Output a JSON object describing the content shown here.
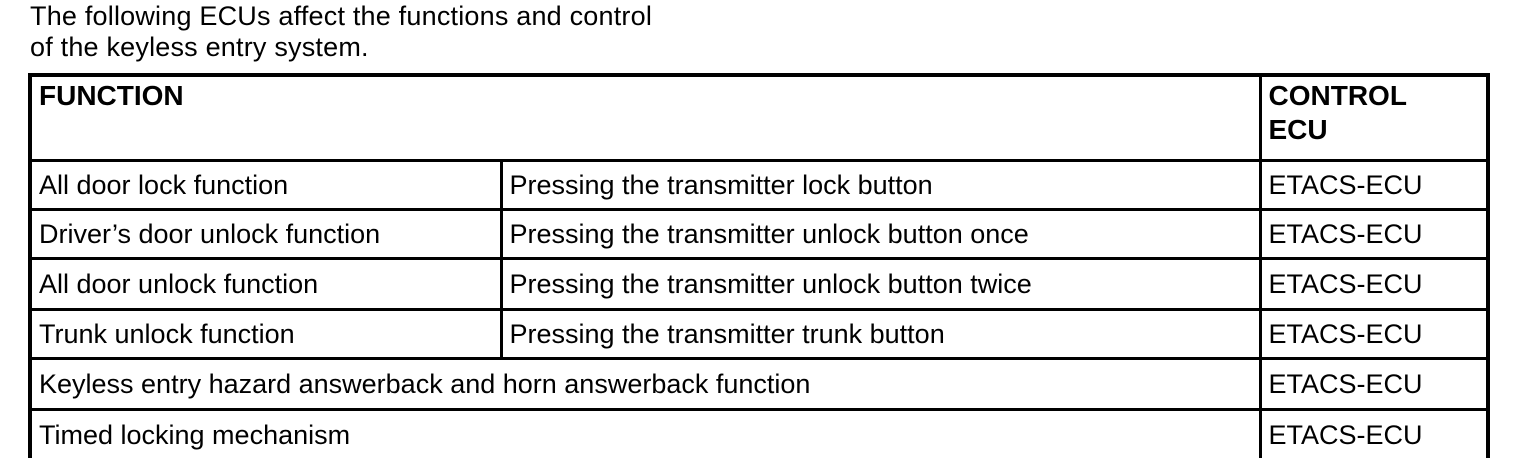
{
  "intro": {
    "text": "The following ECUs affect the functions and control\nof the keyless entry system."
  },
  "table": {
    "headers": {
      "function": "FUNCTION",
      "control_ecu": "CONTROL\nECU"
    },
    "rows": [
      {
        "function": "All door lock function",
        "operation": "Pressing the transmitter lock button",
        "ecu": "ETACS-ECU"
      },
      {
        "function": "Driver’s door unlock function",
        "operation": "Pressing the transmitter unlock button once",
        "ecu": "ETACS-ECU"
      },
      {
        "function": "All door unlock function",
        "operation": "Pressing the transmitter unlock button twice",
        "ecu": "ETACS-ECU"
      },
      {
        "function": "Trunk unlock function",
        "operation": "Pressing the transmitter trunk button",
        "ecu": "ETACS-ECU"
      },
      {
        "function": "Keyless entry hazard answerback and horn answerback function",
        "operation": null,
        "ecu": "ETACS-ECU"
      },
      {
        "function": "Timed locking mechanism",
        "operation": null,
        "ecu": "ETACS-ECU"
      }
    ],
    "colors": {
      "border": "#000000",
      "background": "#ffffff",
      "text": "#000000"
    }
  }
}
